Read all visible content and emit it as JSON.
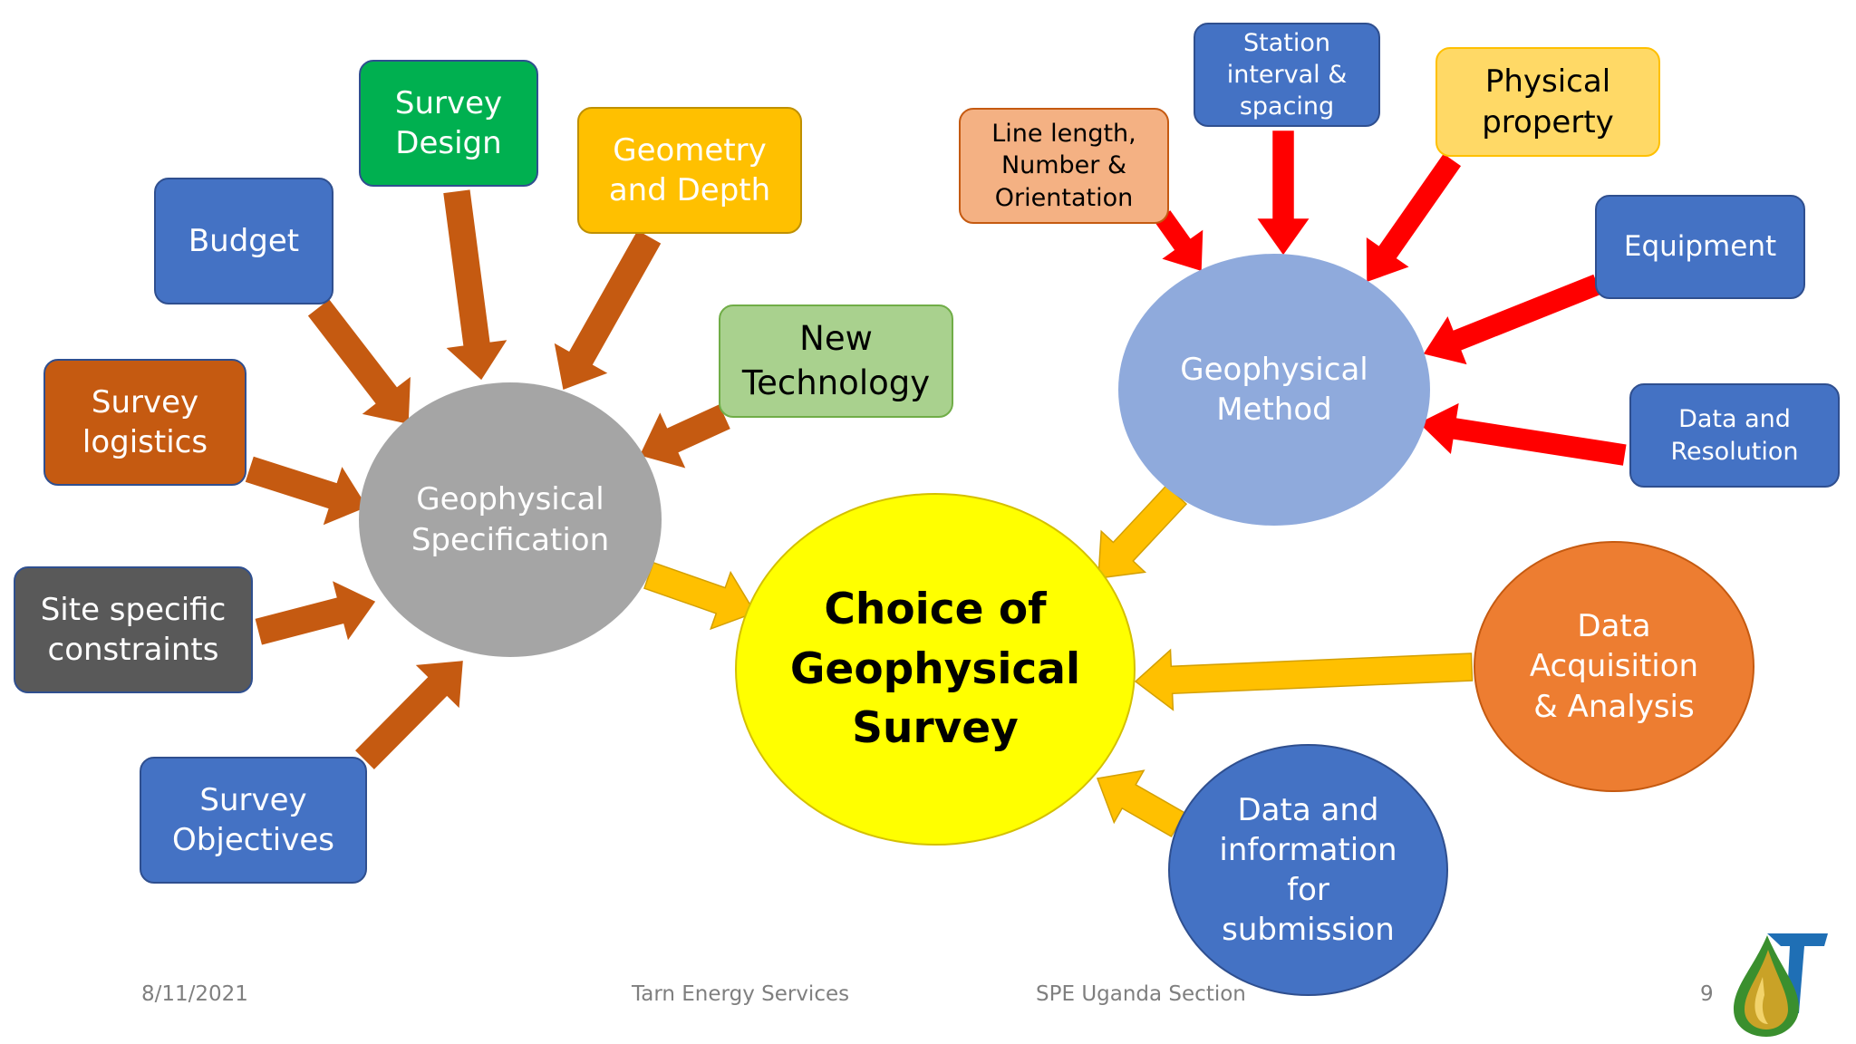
{
  "nodes": {
    "survey_design": "Survey\nDesign",
    "geometry_depth": "Geometry\nand Depth",
    "budget": "Budget",
    "new_technology": "New\nTechnology",
    "survey_logistics": "Survey\nlogistics",
    "site_constraints": "Site specific\nconstraints",
    "survey_objectives": "Survey\nObjectives",
    "geophysical_specification": "Geophysical\nSpecification",
    "line_length": "Line length,\nNumber &\nOrientation",
    "station_interval": "Station\ninterval &\nspacing",
    "physical_property": "Physical\nproperty",
    "equipment": "Equipment",
    "data_resolution": "Data and\nResolution",
    "geophysical_method": "Geophysical\nMethod",
    "choice_survey": "Choice of\nGeophysical\nSurvey",
    "data_acquisition": "Data\nAcquisition\n& Analysis",
    "data_submission": "Data and\ninformation\nfor\nsubmission"
  },
  "footer": {
    "date": "8/11/2021",
    "company": "Tarn Energy Services",
    "section": "SPE Uganda Section",
    "page": "9"
  },
  "colors": {
    "blue": "#4472c4",
    "green": "#00b050",
    "amber": "#ffc000",
    "light_green": "#a9d18e",
    "rust": "#c55a11",
    "dark_gray": "#595959",
    "gray": "#a5a5a5",
    "salmon": "#f4b183",
    "light_yellow": "#ffd966",
    "periwinkle": "#8faadc",
    "yellow": "#ffff00",
    "orange": "#ed7d31",
    "arrow_brown": "#c55a11",
    "arrow_red": "#ff0000",
    "arrow_gold": "#ffc000"
  },
  "icons": {
    "logo": "tarn-energy-logo-icon"
  }
}
